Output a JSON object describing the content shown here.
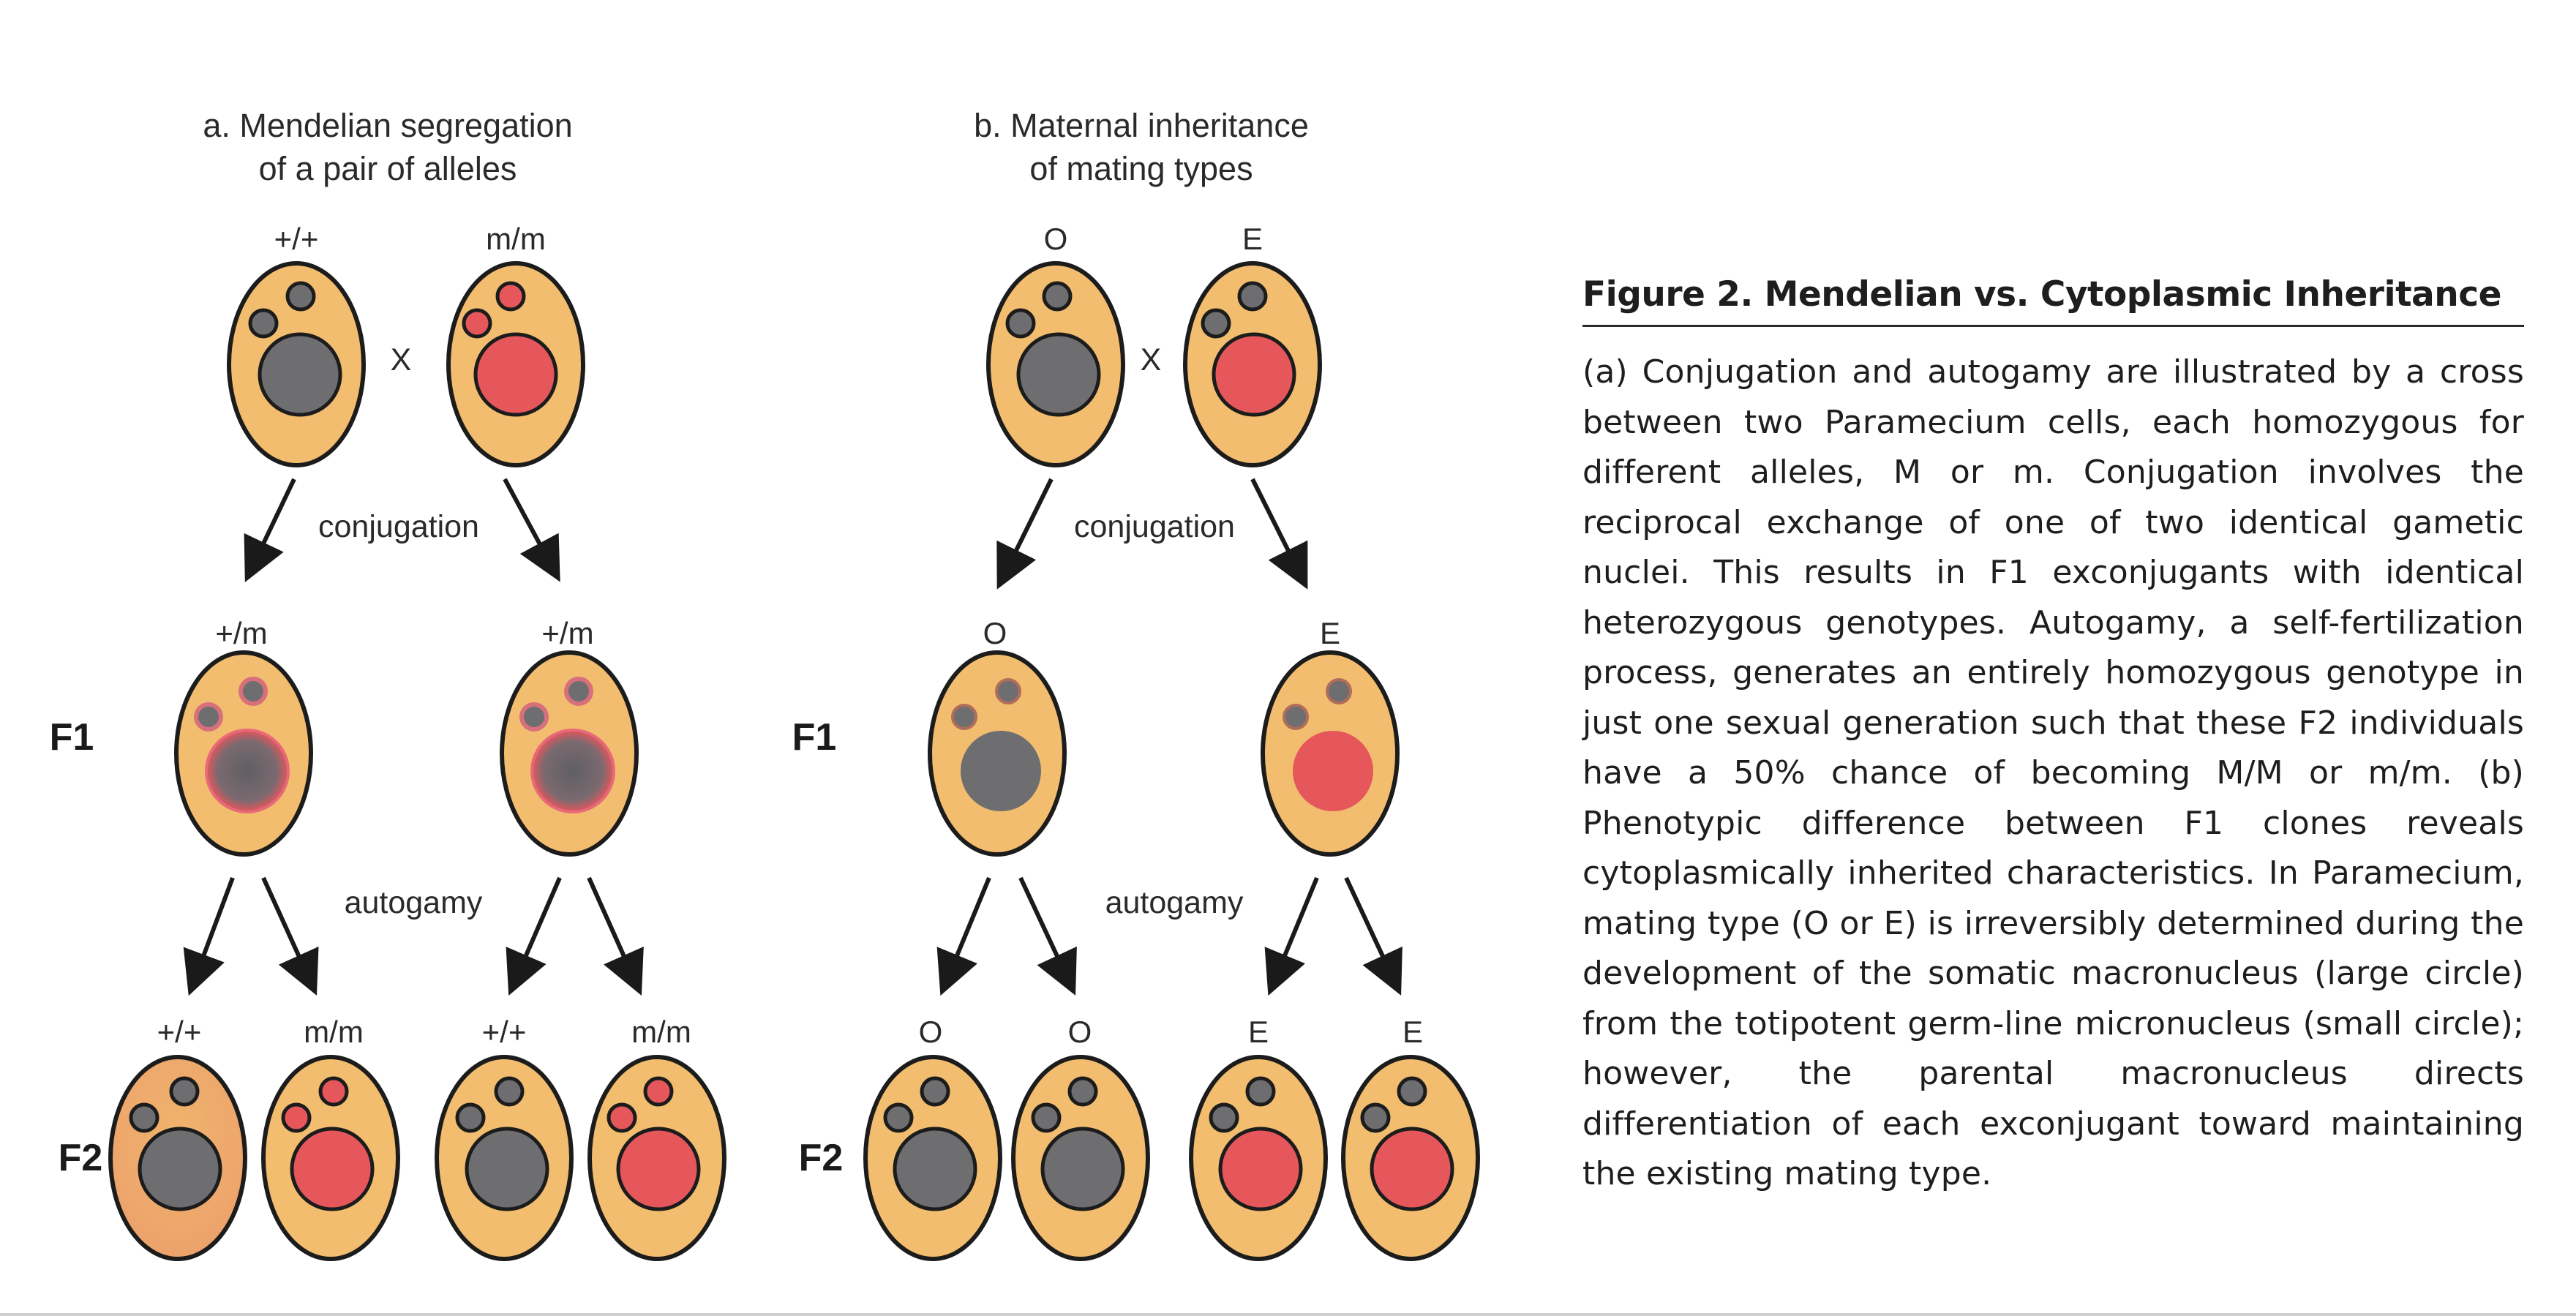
{
  "panel_a": {
    "title_line1": "a. Mendelian segregation",
    "title_line2": "of a pair of alleles",
    "parents": [
      "+/+",
      "m/m"
    ],
    "cross": "X",
    "conjugation": "conjugation",
    "f1_genotypes": [
      "+/m",
      "+/m"
    ],
    "autogamy": "autogamy",
    "f2_genotypes": [
      "+/+",
      "m/m",
      "+/+",
      "m/m"
    ]
  },
  "panel_b": {
    "title_line1": "b. Maternal inheritance",
    "title_line2": "of mating types",
    "parents": [
      "O",
      "E"
    ],
    "cross": "X",
    "conjugation": "conjugation",
    "f1_genotypes": [
      "O",
      "E"
    ],
    "autogamy": "autogamy",
    "f2_genotypes": [
      "O",
      "O",
      "E",
      "E"
    ]
  },
  "generations": {
    "f1": "F1",
    "f2": "F2"
  },
  "caption": {
    "title": "Figure 2. Mendelian vs. Cytoplasmic Inheritance",
    "body": "(a) Conjugation and autogamy are illustrated by a cross between two Paramecium cells, each homozygous for different alleles, M or m. Conjugation involves the reciprocal exchange of one of two identical gametic nuclei. This results in F1 exconjugants with identical heterozygous genotypes. Autogamy, a self-fertilization process, generates an entirely homozygous genotype in just one sexual generation such that these F2 individuals have a 50% chance of becoming M/M or m/m. (b) Phenotypic difference between F1 clones reveals cytoplasmically inherited characteristics. In Paramecium, mating type (O or E) is irreversibly determined during the development of the somatic macronucleus (large circle) from the totipotent germ-line micronucleus (small circle); however, the parental macronucleus directs differentiation of each exconjugant toward maintaining the existing mating type."
  },
  "colors": {
    "cell_fill": "#f2bd6e",
    "cell_stroke": "#1c1c1c",
    "gray_nucleus": "#6e6e70",
    "red_nucleus": "#e5575b",
    "arrow": "#1a1a1a"
  }
}
